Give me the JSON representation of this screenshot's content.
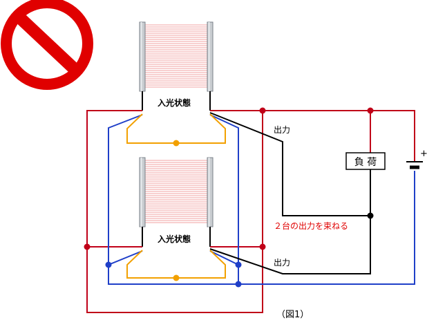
{
  "diagram": {
    "state_label_top": "入光状態",
    "state_label_bottom": "入光状態",
    "output_label_top": "出力",
    "output_label_bottom": "出力",
    "load_label": "負 荷",
    "plus_label": "+",
    "annotation": "２台の出力を束ねる",
    "figure_caption": "（図1）"
  },
  "colors": {
    "prohibited": "#e00000",
    "power_red": "#c00018",
    "power_blue": "#1f3fc8",
    "link_orange": "#f2a000",
    "beam_pink": "#f0a0a0",
    "output_black": "#000000",
    "annotation_red": "#e00000",
    "post_gray": "#9aa0a6"
  }
}
